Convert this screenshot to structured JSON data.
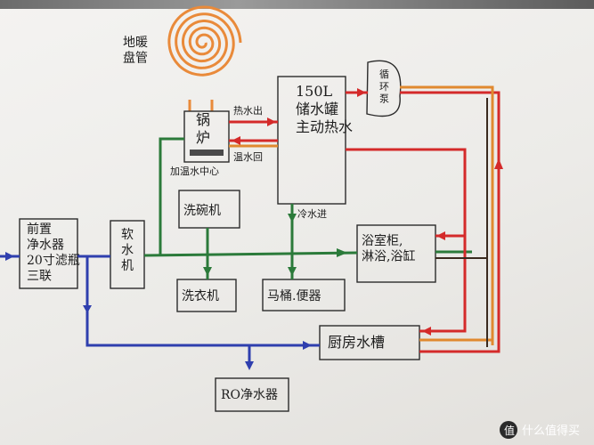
{
  "labels": {
    "floor_heating_coil": "地暖\n盘管",
    "boiler": "锅\n炉",
    "boiler_sub": "加温水中心",
    "tank": "150L\n储水罐\n主动热水",
    "pump": "循\n环\n泵",
    "hot_out": "热水出",
    "warm_back": "温水回",
    "cold_in": "冷水进",
    "pre_filter": "前置\n净水器\n20寸滤瓶\n三联",
    "softener": "软\n水\n机",
    "dishwasher": "洗碗机",
    "washer": "洗衣机",
    "toilet": "马桶.便器",
    "bathroom": "浴室柜,\n淋浴,浴缸",
    "kitchen_sink": "厨房水槽",
    "ro": "RO净水器"
  },
  "watermark": {
    "text": "什么值得买",
    "icon": "zhi-logo-icon"
  },
  "colors": {
    "hot": "#d42a2a",
    "warm": "#e0892f",
    "cold": "#2f3fae",
    "soft": "#2b7a3a",
    "coil": "#e98a3a"
  }
}
